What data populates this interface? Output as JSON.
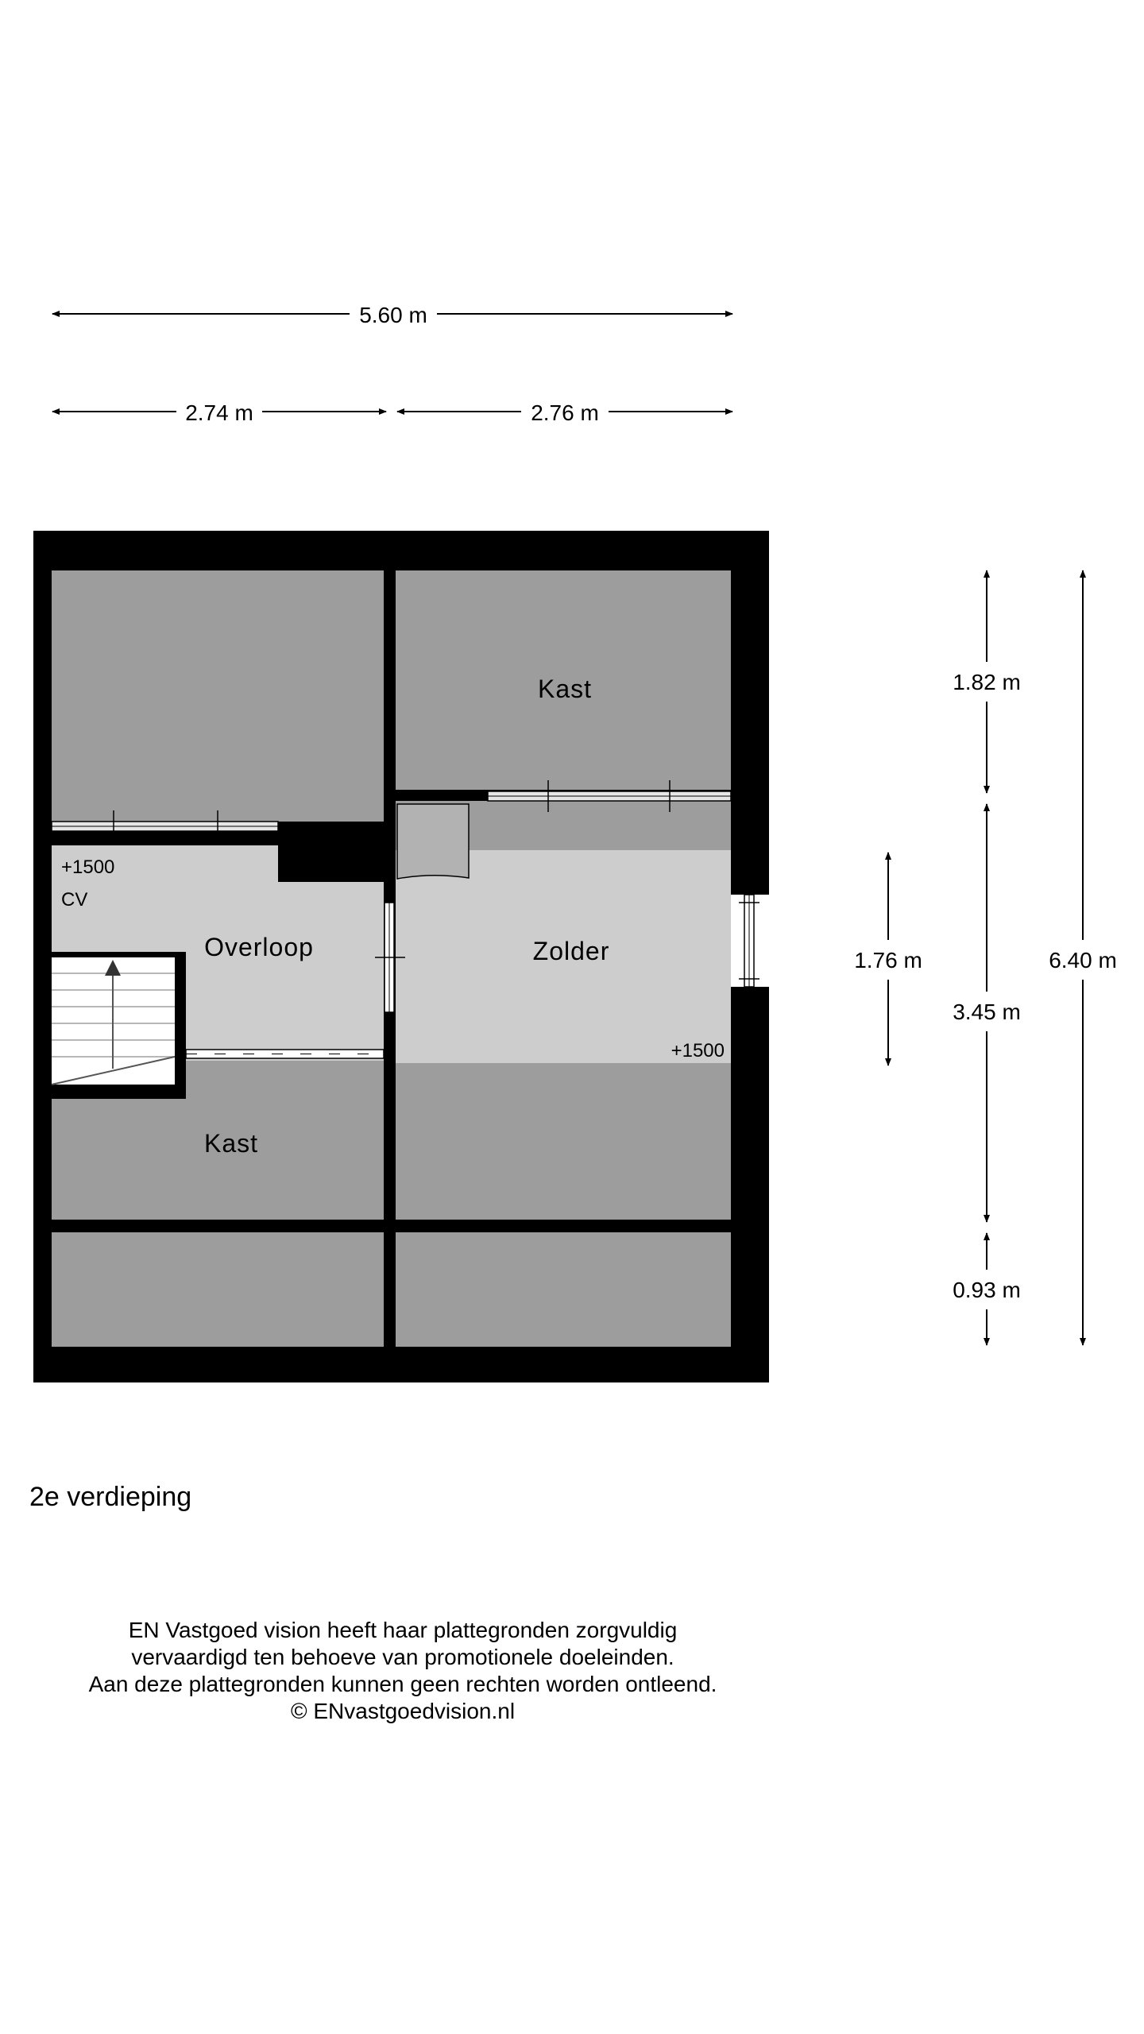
{
  "floor_title": "2e verdieping",
  "dimensions": {
    "total_width": "5.60 m",
    "left_width": "2.74 m",
    "right_width": "2.76 m",
    "top_depth": "1.82 m",
    "mid_depth": "3.45 m",
    "bottom_depth": "0.93 m",
    "total_depth": "6.40 m",
    "zolder_depth": "1.76 m"
  },
  "rooms": {
    "kast_top": "Kast",
    "overloop": "Overloop",
    "zolder": "Zolder",
    "kast_bottom": "Kast"
  },
  "annotations": {
    "height_left": "+1500",
    "cv": "CV",
    "height_right": "+1500"
  },
  "disclaimer": {
    "line1": "EN Vastgoed vision heeft haar plattegronden zorgvuldig",
    "line2": "vervaardigd ten behoeve van promotionele doeleinden.",
    "line3": "Aan deze plattegronden kunnen geen rechten worden ontleend.",
    "line4": "© ENvastgoedvision.nl"
  },
  "colors": {
    "wall": "#000000",
    "low_area": "#9d9d9d",
    "floor": "#cdcdcd",
    "stair": "#ffffff"
  }
}
